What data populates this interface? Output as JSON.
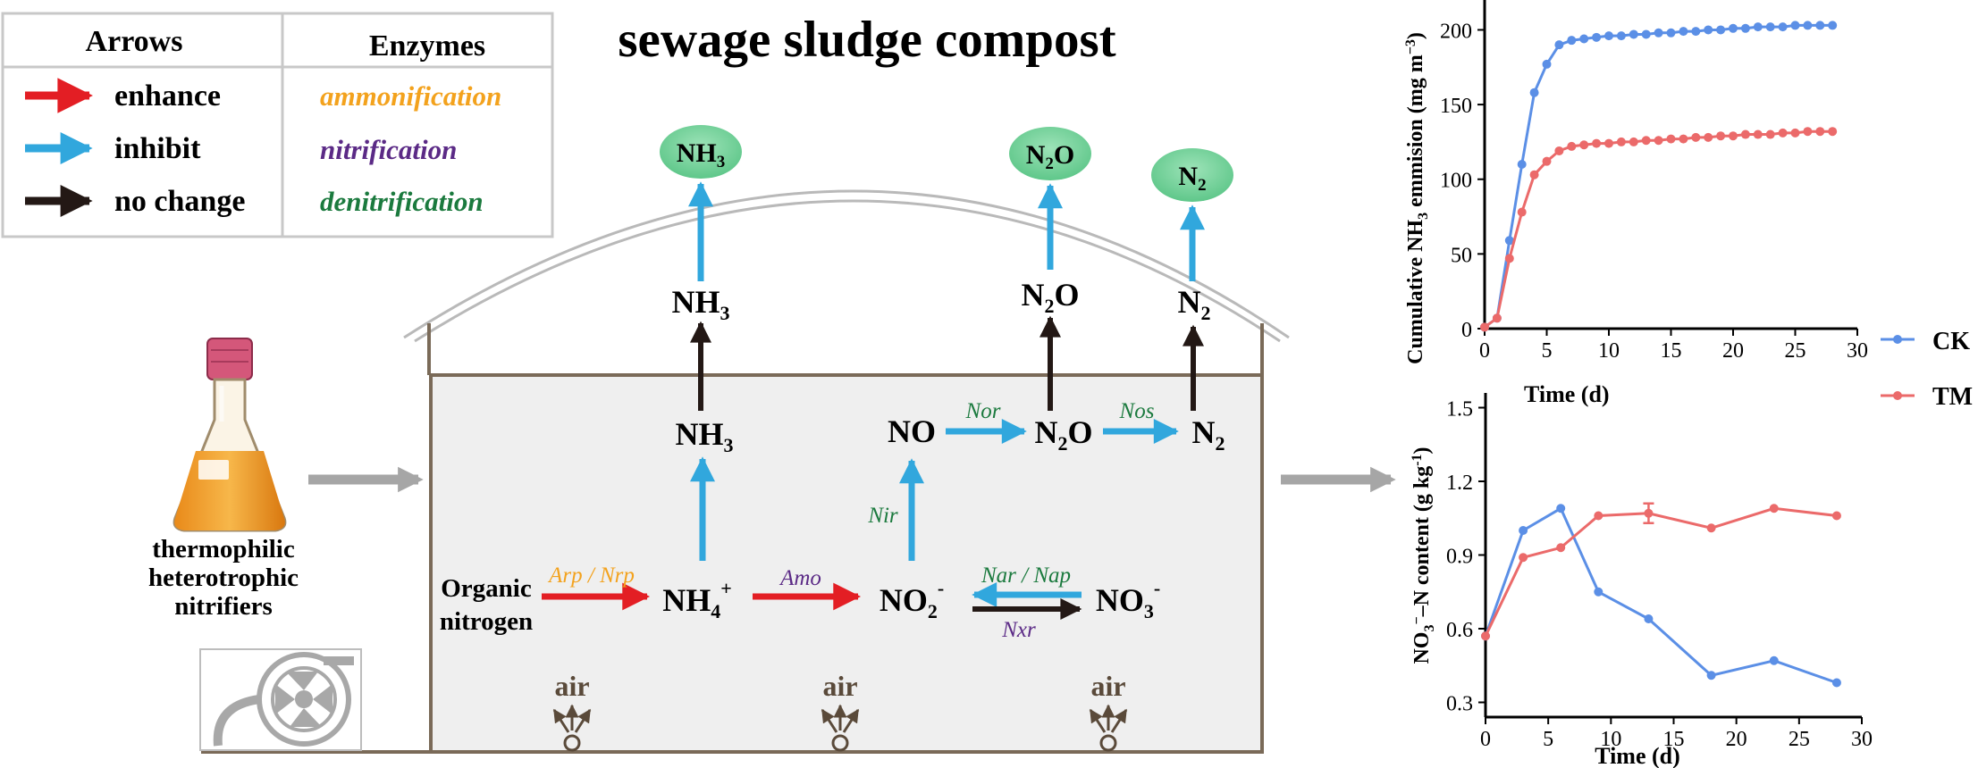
{
  "colors": {
    "enhance": "#e31e24",
    "inhibit": "#31a7dd",
    "nochange": "#231815",
    "ammonification": "#f3a21d",
    "nitrification": "#5b2a86",
    "denitrification": "#1b7a3e",
    "ck": "#5b8fe6",
    "tm": "#eb6a6a",
    "gas": "#6fcf97",
    "reactor": "#efefef",
    "reactor_border": "#7a6a58"
  },
  "legend": {
    "arrows_header": "Arrows",
    "enzymes_header": "Enzymes",
    "arrow_items": [
      {
        "label": "enhance",
        "color_key": "enhance"
      },
      {
        "label": "inhibit",
        "color_key": "inhibit"
      },
      {
        "label": "no change",
        "color_key": "nochange"
      }
    ],
    "enzyme_items": [
      {
        "label": "ammonification",
        "color_key": "ammonification"
      },
      {
        "label": "nitrification",
        "color_key": "nitrification"
      },
      {
        "label": "denitrification",
        "color_key": "denitrification"
      }
    ]
  },
  "diagram": {
    "title": "sewage sludge compost",
    "inoculum": {
      "line1": "thermophilic",
      "line2": "heterotrophic",
      "line3": "nitrifiers",
      "flask_icon": "flask-icon"
    },
    "fan_icon": "fan-icon",
    "air_label": "air",
    "gas": {
      "nh3": {
        "main": "NH",
        "sub": "3"
      },
      "n2o": {
        "main": "N",
        "sub": "2",
        "tail": "O"
      },
      "n2": {
        "main": "N",
        "sub": "2"
      }
    },
    "species": {
      "organic_line1": "Organic",
      "organic_line2": "nitrogen",
      "nh4": {
        "main": "NH",
        "sub": "4",
        "sup": "+"
      },
      "no2": {
        "main": "NO",
        "sub": "2",
        "sup": "-"
      },
      "no3": {
        "main": "NO",
        "sub": "3",
        "sup": "-"
      },
      "no": "NO"
    },
    "enzymes": {
      "arp_nrp": "Arp / Nrp",
      "amo": "Amo",
      "nar_nap": "Nar / Nap",
      "nxr": "Nxr",
      "nir": "Nir",
      "nor": "Nor",
      "nos": "Nos"
    }
  },
  "chart_data": [
    {
      "type": "line",
      "ylabel": {
        "pre": "Cumulative NH",
        "sub": "3",
        "mid": " emmision (mg m",
        "sup": "−3",
        "post": ")"
      },
      "xlabel": "Time (d)",
      "xlim": [
        0,
        30
      ],
      "ylim": [
        0,
        220
      ],
      "xticks": [
        0,
        5,
        10,
        15,
        20,
        25,
        30
      ],
      "yticks": [
        0,
        50,
        100,
        150,
        200
      ],
      "legend_position": "right",
      "series": [
        {
          "name": "CK",
          "color_key": "ck",
          "x": [
            0,
            1,
            2,
            3,
            4,
            5,
            6,
            7,
            8,
            9,
            10,
            11,
            12,
            13,
            14,
            15,
            16,
            17,
            18,
            19,
            20,
            21,
            22,
            23,
            24,
            25,
            26,
            27,
            28
          ],
          "y": [
            1,
            7,
            59,
            110,
            158,
            177,
            190,
            193,
            194,
            195,
            196,
            196,
            197,
            197,
            198,
            198,
            199,
            199,
            200,
            200,
            201,
            201,
            202,
            202,
            202,
            203,
            203,
            203,
            203
          ]
        },
        {
          "name": "TM",
          "color_key": "tm",
          "x": [
            0,
            1,
            2,
            3,
            4,
            5,
            6,
            7,
            8,
            9,
            10,
            11,
            12,
            13,
            14,
            15,
            16,
            17,
            18,
            19,
            20,
            21,
            22,
            23,
            24,
            25,
            26,
            27,
            28
          ],
          "y": [
            1,
            7,
            47,
            78,
            103,
            112,
            119,
            122,
            123,
            124,
            124,
            125,
            125,
            126,
            126,
            127,
            127,
            128,
            128,
            129,
            129,
            130,
            130,
            130,
            131,
            131,
            132,
            132,
            132
          ]
        }
      ]
    },
    {
      "type": "line",
      "ylabel": {
        "pre": "NO",
        "sub": "3",
        "sup": "−",
        "post": "–N content (g kg",
        "sup2": "-1",
        "end": ")"
      },
      "xlabel": "Time (d)",
      "xlim": [
        0,
        30
      ],
      "ylim": [
        0.24,
        1.56
      ],
      "xticks": [
        0,
        5,
        10,
        15,
        20,
        25,
        30
      ],
      "yticks": [
        0.3,
        0.6,
        0.9,
        1.2,
        1.5
      ],
      "series": [
        {
          "name": "CK",
          "color_key": "ck",
          "x": [
            0,
            3,
            6,
            9,
            13,
            18,
            23,
            28
          ],
          "y": [
            0.57,
            1.0,
            1.09,
            0.75,
            0.64,
            0.41,
            0.47,
            0.38
          ]
        },
        {
          "name": "TM",
          "color_key": "tm",
          "x": [
            0,
            3,
            6,
            9,
            13,
            18,
            23,
            28
          ],
          "y": [
            0.57,
            0.89,
            0.93,
            1.06,
            1.07,
            1.01,
            1.09,
            1.06
          ],
          "error_at_x": 13,
          "error": 0.04
        }
      ]
    }
  ]
}
